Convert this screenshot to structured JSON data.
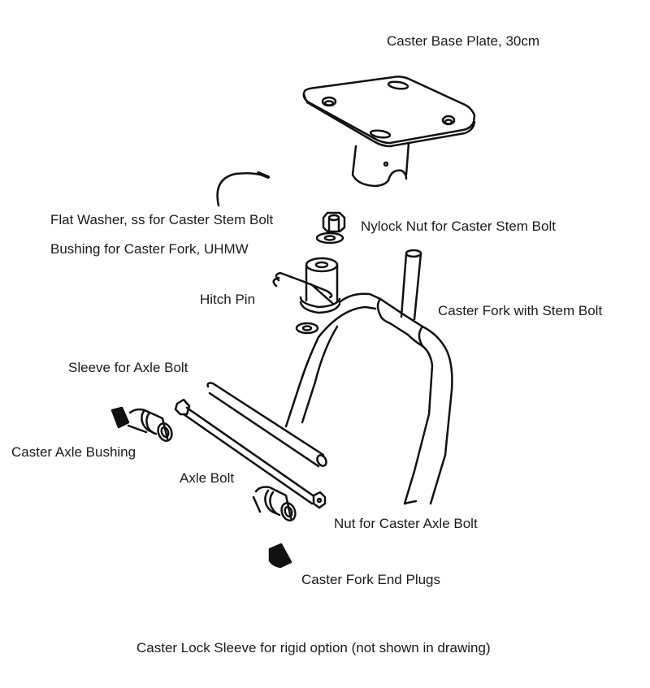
{
  "diagram": {
    "type": "exploded-parts-diagram",
    "line_color": "#111111",
    "background": "#ffffff",
    "labels": {
      "base_plate": "Caster Base Plate, 30cm",
      "flat_washer": "Flat Washer, ss for Caster Stem Bolt",
      "nylock_nut": "Nylock Nut for Caster Stem Bolt",
      "bushing_fork": "Bushing for Caster Fork, UHMW",
      "hitch_pin": "Hitch Pin",
      "caster_fork": "Caster Fork with Stem Bolt",
      "sleeve_axle": "Sleeve for Axle Bolt",
      "axle_bushing": "Caster Axle Bushing",
      "axle_bolt": "Axle Bolt",
      "axle_nut": "Nut for Caster Axle Bolt",
      "end_plugs": "Caster Fork End Plugs",
      "footnote": "Caster Lock Sleeve for rigid option (not shown in drawing)"
    }
  }
}
